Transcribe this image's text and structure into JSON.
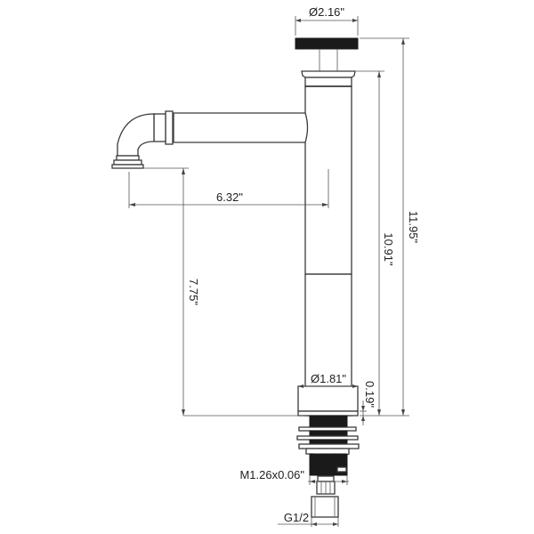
{
  "drawing": {
    "subject": "vessel-sink-faucet-dimension-drawing",
    "colors": {
      "line": "#3a3a3a",
      "dimension": "#555555",
      "fill_dark": "#1a1a1a",
      "background": "#ffffff"
    },
    "dimensions": {
      "handle_diameter": "Ø2.16\"",
      "spout_reach": "6.32\"",
      "spout_height": "7.75\"",
      "body_height": "10.91\"",
      "total_height": "11.95\"",
      "base_diameter": "Ø1.81\"",
      "base_thickness": "0.19\"",
      "thread_size": "M1.26x0.06\"",
      "connector_size": "G1/2"
    }
  }
}
